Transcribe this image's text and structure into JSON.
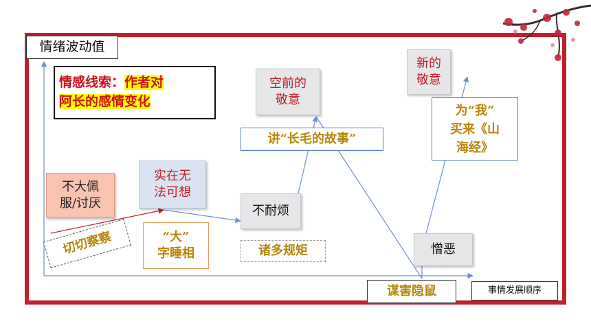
{
  "y_axis_label": "情绪波动值",
  "x_axis_label": "事情发展顺序",
  "clue": {
    "line1_plain": "情感线索：",
    "line1_highlight": "作者对",
    "line2_highlight": "阿长的感情变化"
  },
  "nodes": {
    "bu_da_pei_fu": "不大佩\n服/讨厌",
    "shi_zai_wu_fa": "实在无\n法可想",
    "bu_nai_fan": "不耐烦",
    "kong_qian_jing_yi": "空前的\n敬意",
    "zeng_wu": "憎恶",
    "xin_de_jing_yi": "新的\n敬意"
  },
  "events": {
    "qie_qie_cha_cha": "切切察察",
    "da_zi_shui_xiang": "“大”\n字睡相",
    "zhu_duo_gui_ju": "诸多规矩",
    "jiang_chang_mao": "讲“长毛的故事”",
    "mou_hai_yin_shu": "谋害隐鼠",
    "wei_wo_mai_shan_hai_jing": "为“我”\n买来《山\n海经》"
  },
  "colors": {
    "frame": "#c0202b",
    "axis": "#6b8fd6",
    "arrow_red": "#c0202b",
    "emotion_text": "#c0202b",
    "event_text": "#b8860b",
    "highlight": "#ffff00"
  }
}
